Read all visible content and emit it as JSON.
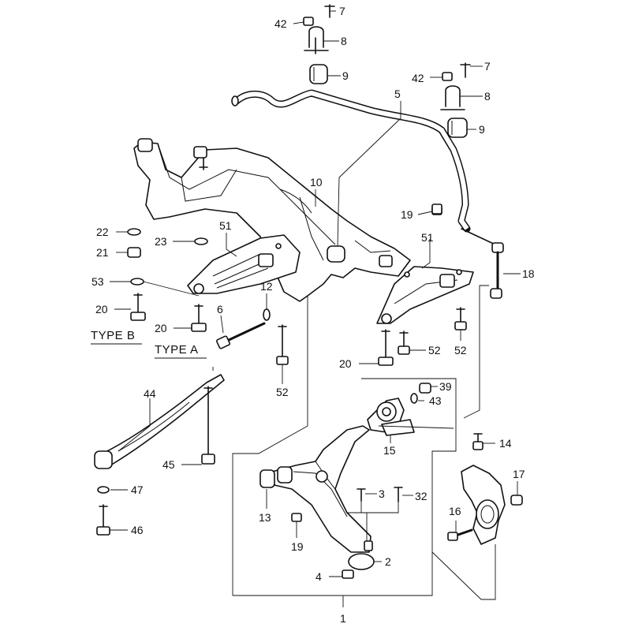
{
  "callouts": [
    "7",
    "42",
    "8",
    "9",
    "7",
    "42",
    "8",
    "9",
    "5",
    "10",
    "19",
    "18",
    "22",
    "21",
    "23",
    "51",
    "51",
    "53",
    "20",
    "12",
    "6",
    "20",
    "52",
    "20",
    "52",
    "52",
    "44",
    "39",
    "43",
    "14",
    "15",
    "45",
    "47",
    "3",
    "32",
    "17",
    "13",
    "16",
    "19",
    "46",
    "2",
    "4",
    "1"
  ],
  "type_labels": {
    "type_b": "TYPE B",
    "type_a": "TYPE A"
  }
}
